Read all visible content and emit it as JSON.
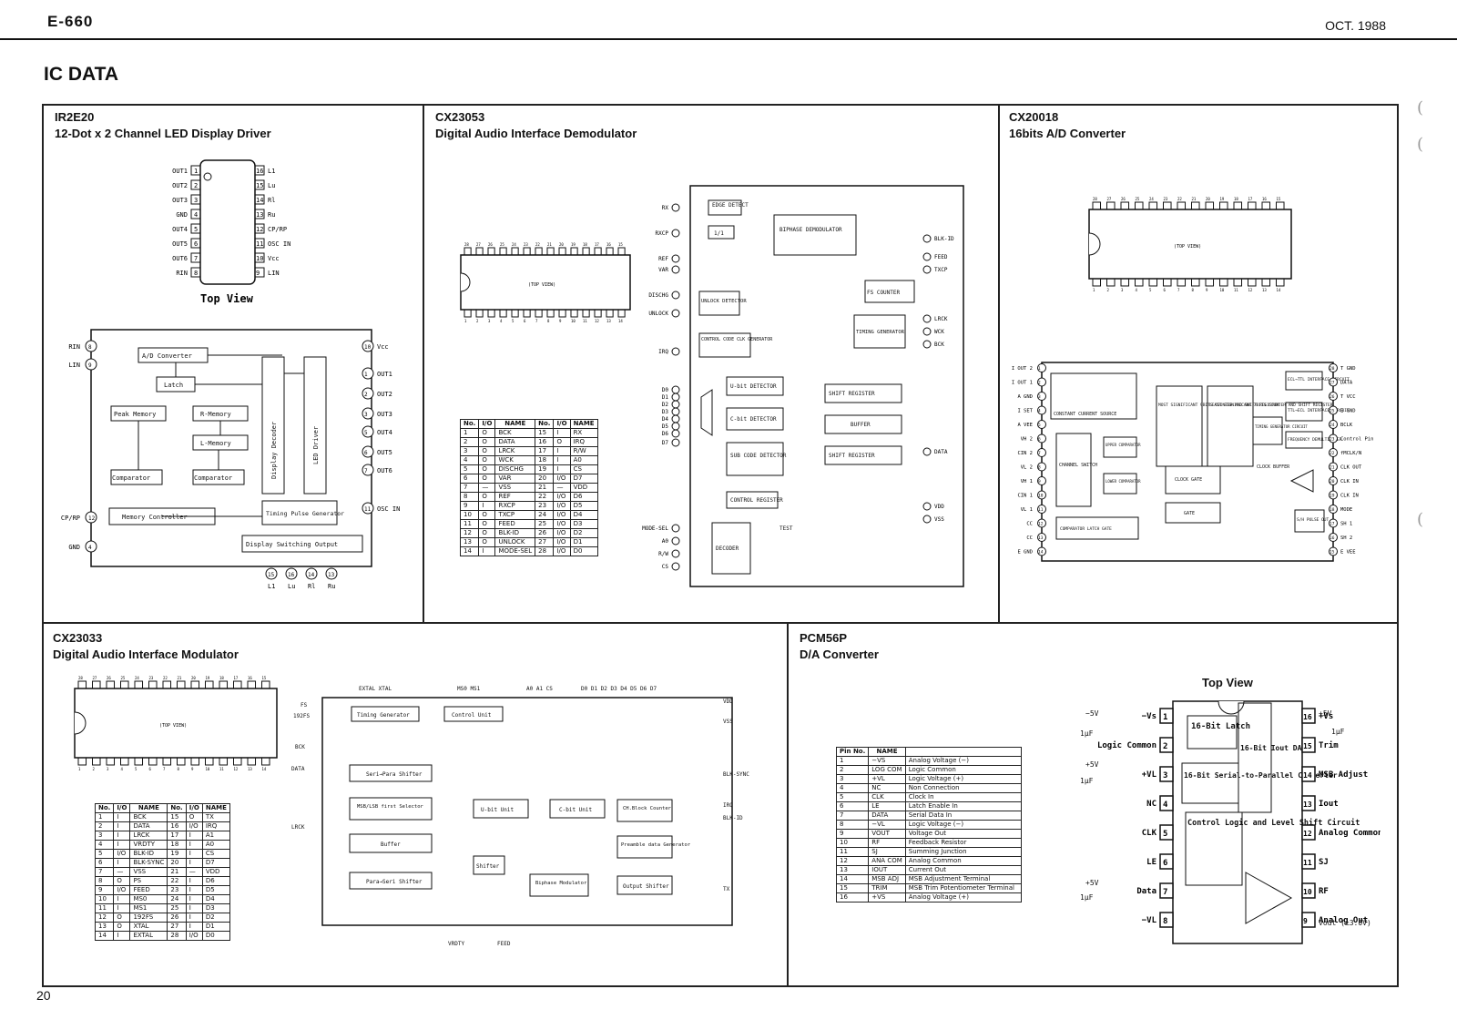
{
  "header": {
    "model": "E-660",
    "date": "OCT. 1988",
    "section_title": "IC DATA",
    "page_number": "20"
  },
  "ir2e20": {
    "part": "IR2E20",
    "description": "12-Dot x 2 Channel LED Display Driver",
    "top_view_label": "Top View",
    "left_pins": [
      "OUT1",
      "OUT2",
      "OUT3",
      "GND",
      "OUT4",
      "OUT5",
      "OUT6",
      "RIN"
    ],
    "right_pins": [
      "L1",
      "Lu",
      "Rl",
      "Ru",
      "CP/RP",
      "OSC IN",
      "Vcc",
      "LIN"
    ],
    "blocks": {
      "adc": "A/D Converter",
      "latch": "Latch",
      "peak": "Peak Memory",
      "rmem": "R-Memory",
      "lmem": "L-Memory",
      "comp1": "Comparator",
      "comp2": "Comparator",
      "memctl": "Memory Controller",
      "decoder": "Display Decoder",
      "driver": "LED Driver",
      "timing": "Timing Pulse Generator",
      "dso": "Display Switching Output"
    },
    "bottom_pins": [
      "L1",
      "Lu",
      "Rl",
      "Ru"
    ]
  },
  "cx23053": {
    "part": "CX23053",
    "description": "Digital Audio Interface Demodulator",
    "top_view": "(TOP VIEW)",
    "table_headers": [
      "No.",
      "I/O",
      "NAME",
      "No.",
      "I/O",
      "NAME"
    ],
    "rows": [
      [
        "1",
        "O",
        "BCK",
        "15",
        "I",
        "RX"
      ],
      [
        "2",
        "O",
        "DATA",
        "16",
        "O",
        "IRQ"
      ],
      [
        "3",
        "O",
        "LRCK",
        "17",
        "I",
        "R/W"
      ],
      [
        "4",
        "O",
        "WCK",
        "18",
        "I",
        "A0"
      ],
      [
        "5",
        "O",
        "DISCHG",
        "19",
        "I",
        "CS"
      ],
      [
        "6",
        "O",
        "VAR",
        "20",
        "I/O",
        "D7"
      ],
      [
        "7",
        "—",
        "VSS",
        "21",
        "—",
        "VDD"
      ],
      [
        "8",
        "O",
        "REF",
        "22",
        "I/O",
        "D6"
      ],
      [
        "9",
        "I",
        "RXCP",
        "23",
        "I/O",
        "D5"
      ],
      [
        "10",
        "O",
        "TXCP",
        "24",
        "I/O",
        "D4"
      ],
      [
        "11",
        "O",
        "FEED",
        "25",
        "I/O",
        "D3"
      ],
      [
        "12",
        "O",
        "BLK-ID",
        "26",
        "I/O",
        "D2"
      ],
      [
        "13",
        "O",
        "UNLOCK",
        "27",
        "I/O",
        "D1"
      ],
      [
        "14",
        "I",
        "MODE-SEL",
        "28",
        "I/O",
        "D0"
      ]
    ],
    "blocks": {
      "edge": "EDGE DETECT",
      "div": "1/1",
      "biphase": "BIPHASE DEMODULATOR",
      "unlock": "UNLOCK DETECTOR",
      "fs": "FS COUNTER",
      "ctrl": "CONTROL CODE CLK GENERATOR",
      "timing": "TIMING GENERATOR",
      "ubit": "U-bit DETECTOR",
      "cbit": "C-bit DETECTOR",
      "sub": "SUB CODE DETECTOR",
      "shift1": "SHIFT REGISTER",
      "buffer": "BUFFER",
      "shift2": "SHIFT REGISTER",
      "creg": "CONTROL REGISTER",
      "decoder": "DECODER",
      "test": "TEST"
    }
  },
  "cx20018": {
    "part": "CX20018",
    "description": "16bits A/D Converter",
    "top_view": "(TOP VIEW)",
    "left_pins": [
      "I OUT 2",
      "I OUT 1",
      "A GND",
      "I SET",
      "A VEE",
      "VH 2",
      "CIN 2",
      "VL 2",
      "VH 1",
      "CIN 1",
      "VL 1",
      "CC",
      "CC",
      "E GND"
    ],
    "right_pins": [
      "T GND",
      "DATA",
      "T VCC",
      "E GND",
      "BCLK",
      "Control Pin",
      "fMCLK/N",
      "CLK OUT",
      "CLK IN",
      "CLK IN",
      "MODE",
      "SH 1",
      "SH 2",
      "E VEE"
    ],
    "blocks": {
      "ccs": "CONSTANT CURRENT SOURCE",
      "msb": "MOST SIGNIFICANT 9BITS COUNTER AND SHIFT REGISTER",
      "lsb": "LEAST SIGNIFICANT 7BITS COUNTER AND SHIFT REGISTER",
      "ecl": "ECL→TTL INTERFACE CIRCUIT",
      "ttl": "TTL→ECL INTERFACE CIRCUIT",
      "tgc": "TIMING GENERATOR CIRCUIT",
      "freq": "FREQUENCY DEMULTIPLIER",
      "cs": "CHANNEL SWITCH",
      "upper": "UPPER COMPARATOR",
      "lower": "LOWER COMPARATOR",
      "clkgate": "CLOCK GATE",
      "clkbuf": "CLOCK BUFFER",
      "gate": "GATE",
      "latch": "COMPARATOR LATCH GATE",
      "sh": "S/H PULSE OUT"
    }
  },
  "cx23033": {
    "part": "CX23033",
    "description": "Digital Audio Interface Modulator",
    "top_view": "(TOP VIEW)",
    "table_headers": [
      "No.",
      "I/O",
      "NAME",
      "No.",
      "I/O",
      "NAME"
    ],
    "rows": [
      [
        "1",
        "I",
        "BCK",
        "15",
        "O",
        "TX"
      ],
      [
        "2",
        "I",
        "DATA",
        "16",
        "I/O",
        "IRQ"
      ],
      [
        "3",
        "I",
        "LRCK",
        "17",
        "I",
        "A1"
      ],
      [
        "4",
        "I",
        "VRDTY",
        "18",
        "I",
        "A0"
      ],
      [
        "5",
        "I/O",
        "BLK-ID",
        "19",
        "I",
        "CS"
      ],
      [
        "6",
        "I",
        "BLK-SYNC",
        "20",
        "I",
        "D7"
      ],
      [
        "7",
        "—",
        "VSS",
        "21",
        "—",
        "VDD"
      ],
      [
        "8",
        "O",
        "PS",
        "22",
        "I",
        "D6"
      ],
      [
        "9",
        "I/O",
        "FEED",
        "23",
        "I",
        "D5"
      ],
      [
        "10",
        "I",
        "MS0",
        "24",
        "I",
        "D4"
      ],
      [
        "11",
        "I",
        "MS1",
        "25",
        "I",
        "D3"
      ],
      [
        "12",
        "O",
        "192FS",
        "26",
        "I",
        "D2"
      ],
      [
        "13",
        "O",
        "XTAL",
        "27",
        "I",
        "D1"
      ],
      [
        "14",
        "I",
        "EXTAL",
        "28",
        "I/O",
        "D0"
      ]
    ],
    "blocks": {
      "tg": "Timing Generator",
      "cu": "Control Unit",
      "s2p": "Seri→Para Shifter",
      "msb": "MSB/LSB first Selector",
      "buf": "Buffer",
      "p2s": "Para→Seri Shifter",
      "ubit": "U-bit Unit",
      "cbit": "C-bit Unit",
      "chb": "CH.Block Counter",
      "pre": "Preamble data Generator",
      "shifter": "Shifter",
      "bip": "Biphase Modulator",
      "out": "Output Shifter"
    },
    "pins": {
      "extal": "EXTAL XTAL",
      "ms": "MS0 MS1",
      "a": "A0 A1 CS",
      "d": "D0 D1 D2 D3 D4 D5 D6 D7",
      "fs": "FS",
      "fs192": "192FS",
      "bck": "BCK",
      "data": "DATA",
      "lrck": "LRCK",
      "vdd": "VDD",
      "vss": "VSS",
      "blksync": "BLK-SYNC",
      "irq": "IRQ",
      "blkid": "BLK-ID",
      "tx": "TX",
      "vrdty": "VRDTY",
      "feed": "FEED"
    }
  },
  "pcm56p": {
    "part": "PCM56P",
    "description": "D/A Converter",
    "top_view_label": "Top View",
    "table_headers": [
      "Pin No.",
      "NAME",
      ""
    ],
    "rows": [
      [
        "1",
        "−VS",
        "Analog Voltage (−)"
      ],
      [
        "2",
        "LOG COM",
        "Logic Common"
      ],
      [
        "3",
        "+VL",
        "Logic Voltage (+)"
      ],
      [
        "4",
        "NC",
        "Non Connection"
      ],
      [
        "5",
        "CLK",
        "Clock In"
      ],
      [
        "6",
        "LE",
        "Latch Enable In"
      ],
      [
        "7",
        "DATA",
        "Serial Data In"
      ],
      [
        "8",
        "−VL",
        "Logic Voltage (−)"
      ],
      [
        "9",
        "VOUT",
        "Voltage Out"
      ],
      [
        "10",
        "RF",
        "Feedback Resistor"
      ],
      [
        "11",
        "SJ",
        "Summing Junction"
      ],
      [
        "12",
        "ANA COM",
        "Analog Common"
      ],
      [
        "13",
        "IOUT",
        "Current Out"
      ],
      [
        "14",
        "MSB ADJ",
        "MSB Adjustment Terminal"
      ],
      [
        "15",
        "TRIM",
        "MSB Trim Potentiometer Terminal"
      ],
      [
        "16",
        "+VS",
        "Analog Voltage (+)"
      ]
    ],
    "left_labels": [
      "−Vs",
      "Logic Common",
      "+VL",
      "NC",
      "CLK",
      "LE",
      "Data",
      "−VL"
    ],
    "right_labels": [
      "+Vs",
      "Trim",
      "MSB Adjust",
      "Iout",
      "Analog Common",
      "SJ",
      "RF",
      "Analog Out"
    ],
    "supply": {
      "m5v": "−5V",
      "p5v1": "+5V",
      "p5v2": "+5V",
      "p5v3": "+5V",
      "cap": "1µF",
      "vout": "Vout (±3.0V)"
    },
    "blocks": {
      "latch": "16-Bit Latch",
      "s2p": "16-Bit Serial-to-Parallel Converter",
      "dac": "16-Bit Iout DAC",
      "ctrl": "Control Logic and Level Shift Circuit"
    }
  }
}
